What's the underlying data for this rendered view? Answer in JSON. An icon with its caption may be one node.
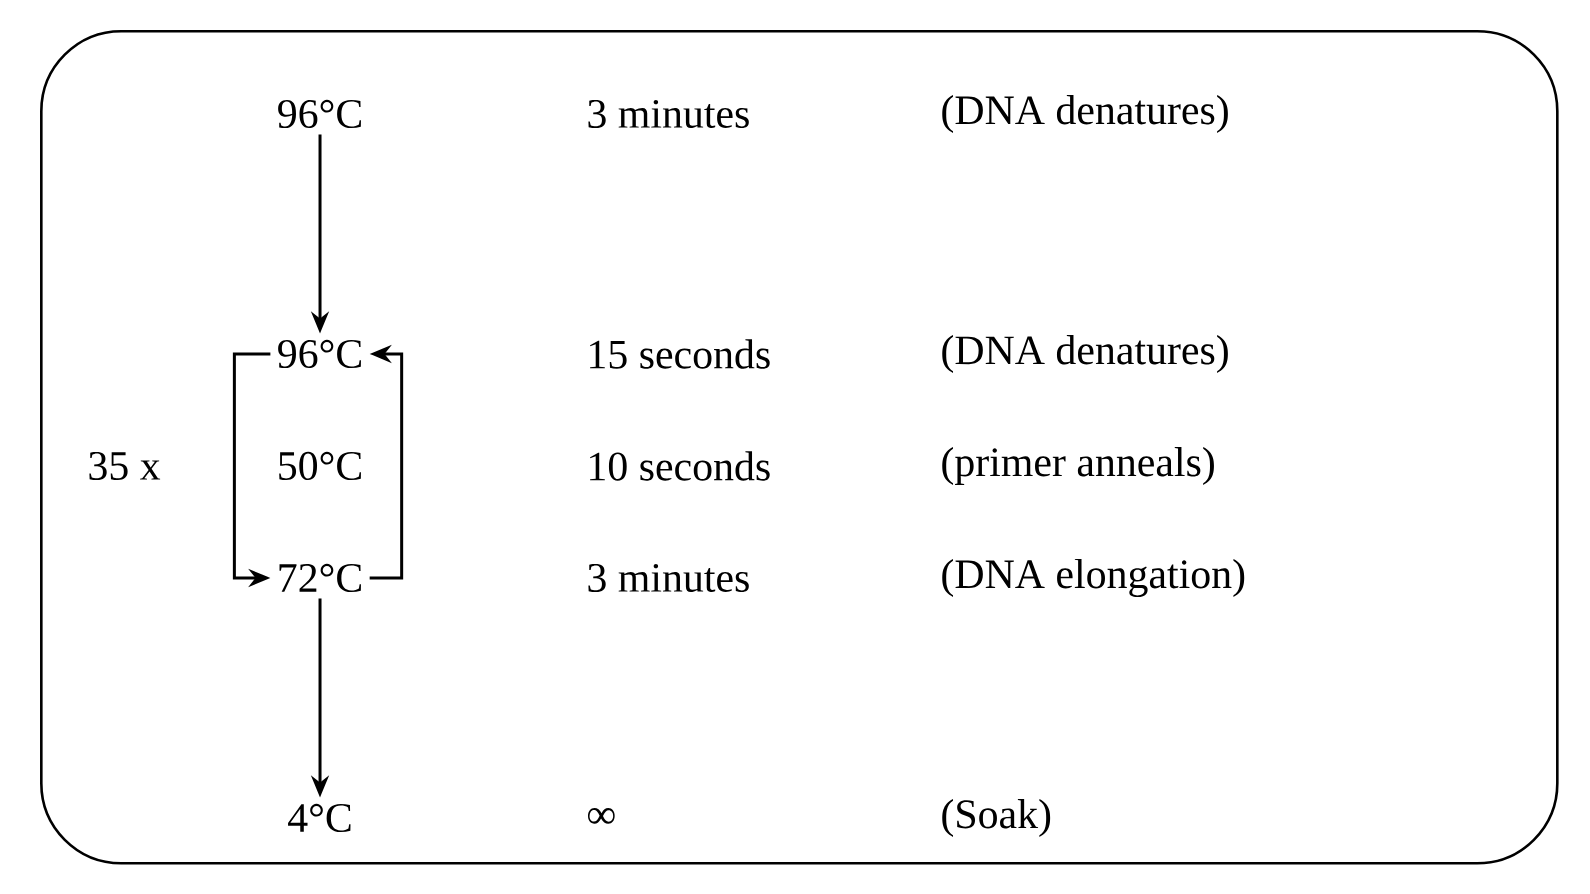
{
  "diagram": {
    "nodes": [
      {
        "text": [],
        "shape": "box"
      },
      {
        "text": [
          "96°C"
        ],
        "in": 0
      },
      {
        "text": [
          "96°C"
        ],
        "in": 0
      },
      {
        "text": [
          "50°C"
        ],
        "in": 0
      },
      {
        "text": [
          "72°C"
        ],
        "in": 0
      },
      {
        "text": [
          "4°C"
        ],
        "in": 0
      }
    ],
    "edges": [
      {
        "from": 1,
        "to": 2,
        "arrow": "to"
      },
      {
        "from": 2,
        "to": 4,
        "arrow": "to"
      },
      {
        "from": 4,
        "to": 2,
        "arrow": "to"
      },
      {
        "from": 4,
        "to": 5,
        "arrow": "to"
      }
    ],
    "labels": [
      "3 minutes",
      "(DNA denatures)",
      "15 seconds",
      "(DNA denatures)",
      "35 x",
      "10 seconds",
      "(primer anneals)",
      "3 minutes",
      "(DNA elongation)",
      "∞",
      "(Soak)"
    ]
  }
}
